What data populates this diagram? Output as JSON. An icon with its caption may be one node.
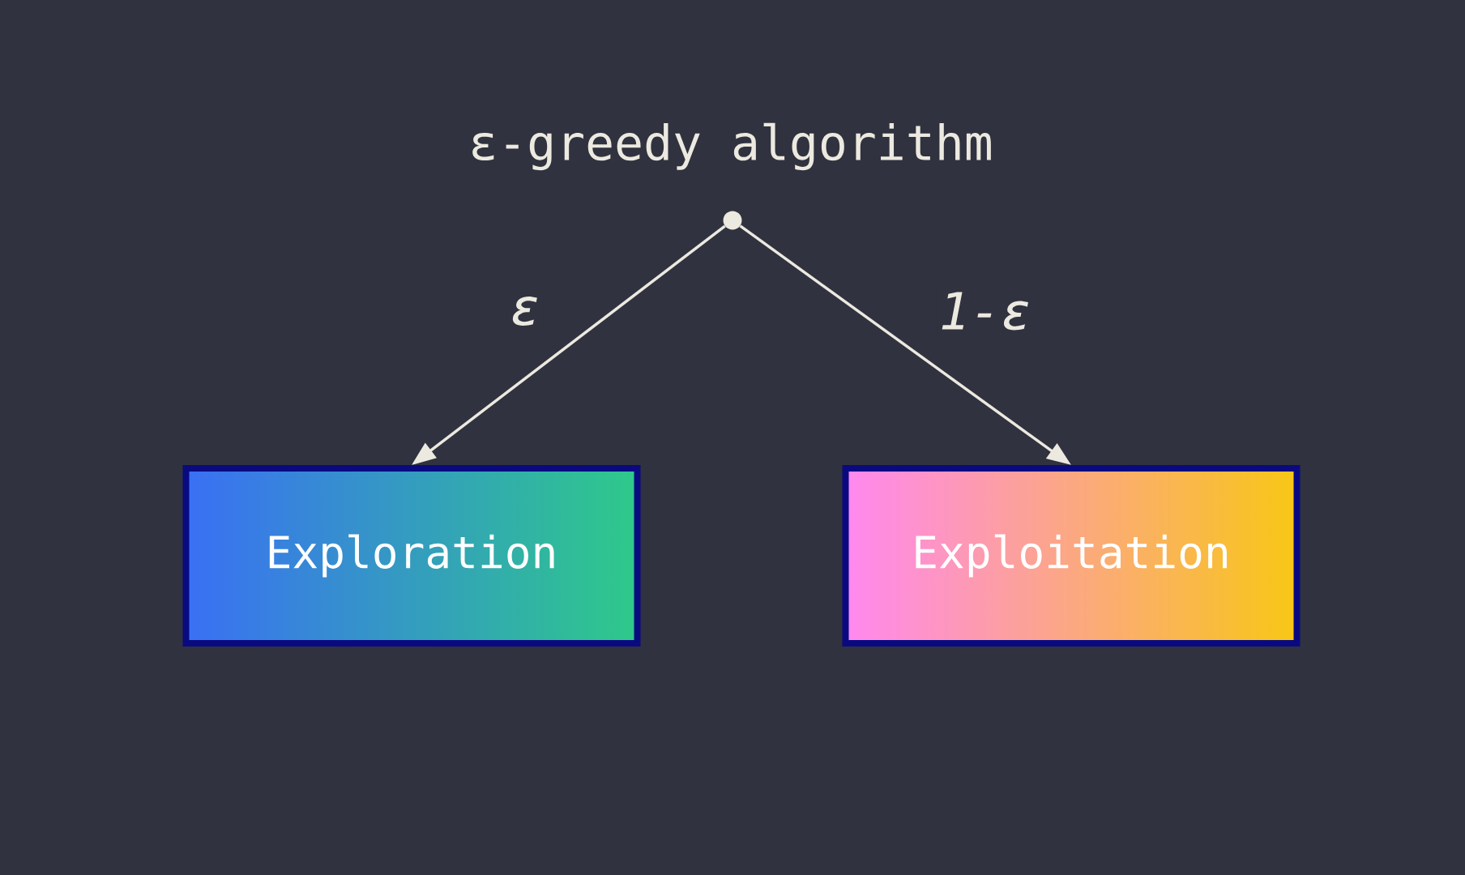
{
  "diagram": {
    "title": "ε-greedy algorithm",
    "nodes": [
      {
        "text": [],
        "shape": "circle"
      },
      {
        "text": [
          "Exploration"
        ]
      },
      {
        "text": [
          "Exploitation"
        ]
      }
    ],
    "edges": [
      {
        "from": 0,
        "to": 1,
        "arrow": "to",
        "label": "ε"
      },
      {
        "from": 0,
        "to": 2,
        "arrow": "to",
        "label": "1-ε"
      }
    ]
  }
}
